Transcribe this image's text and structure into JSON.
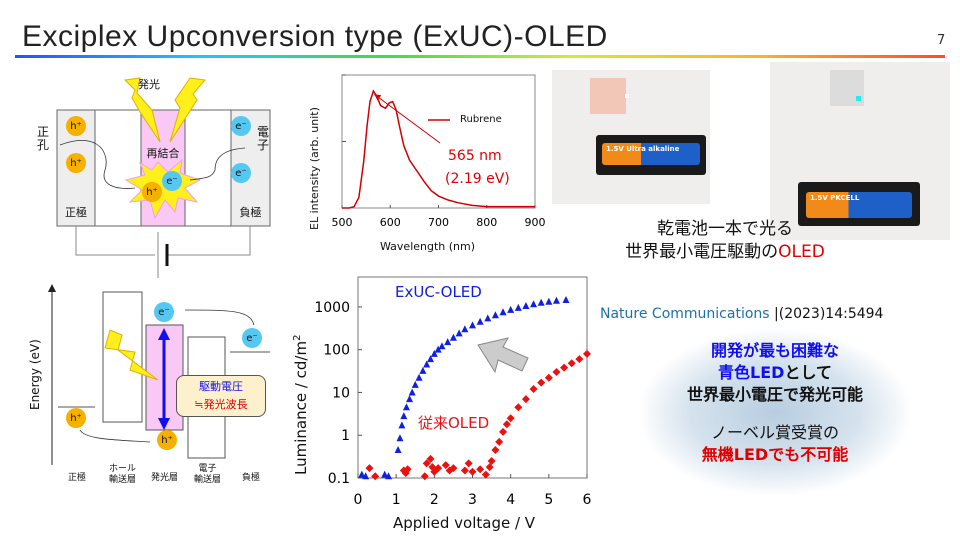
{
  "slide": {
    "title": "Exciplex Upconversion type (ExUC)-OLED",
    "page_number": "7"
  },
  "device_diagram": {
    "light_label": "発光",
    "hole_label": "正孔",
    "electron_label": "電子",
    "recombination_label": "再結合",
    "anode_label": "正極",
    "cathode_label": "負極",
    "hole_symbol": "h⁺",
    "electron_symbol": "e⁻"
  },
  "energy_diagram": {
    "axis_label": "Energy (eV)",
    "layers": [
      "正極",
      "ホール\n輸送層",
      "発光層",
      "電子\n輸送層",
      "負極"
    ],
    "callout_line1": "駆動電圧",
    "callout_line2": "≒発光波長",
    "hole_symbol": "h⁺",
    "electron_symbol": "e⁻"
  },
  "photos": {
    "battery_voltage": "1.5V",
    "battery_brand": "Ultra alkaline",
    "battery_maker": "PKCELL"
  },
  "photo_caption": {
    "line1": "乾電池一本で光る",
    "line2_prefix": "世界最小電圧駆動の",
    "line2_highlight": "OLED"
  },
  "reference": {
    "journal": "Nature Communications",
    "separator": "|",
    "citation": "(2023)14:5494"
  },
  "highlight_text": {
    "line1": "開発が最も困難な",
    "line2_blue": "青色LED",
    "line2_rest": "として",
    "line3": "世界最小電圧で発光可能",
    "line4": "ノーベル賞受賞の",
    "line5": "無機LEDでも不可能"
  },
  "colors": {
    "red": "#e00000",
    "blue": "#1010ee",
    "journal": "#1f6fa8",
    "pink": "#f9c8f4"
  },
  "chart_data": [
    {
      "type": "line",
      "title": "",
      "xlabel": "Wavelength (nm)",
      "ylabel": "EL intensity (arb. unit)",
      "xlim": [
        500,
        900
      ],
      "ylim": [
        0,
        1
      ],
      "xticks": [
        500,
        600,
        700,
        800,
        900
      ],
      "legend": "Rubrene",
      "legend_placement": "right",
      "annotation_line1": "565 nm",
      "annotation_line2": "(2.19 eV)",
      "series": [
        {
          "name": "Rubrene",
          "color": "#d00000",
          "x": [
            500,
            515,
            525,
            535,
            545,
            552,
            558,
            565,
            572,
            580,
            590,
            598,
            605,
            612,
            620,
            628,
            640,
            655,
            670,
            685,
            700,
            720,
            740,
            770,
            800,
            850,
            900
          ],
          "y": [
            0,
            0,
            0.01,
            0.08,
            0.35,
            0.62,
            0.8,
            0.88,
            0.84,
            0.77,
            0.75,
            0.79,
            0.8,
            0.74,
            0.6,
            0.47,
            0.36,
            0.28,
            0.2,
            0.13,
            0.09,
            0.06,
            0.04,
            0.02,
            0.01,
            0.01,
            0.01
          ]
        }
      ]
    },
    {
      "type": "scatter",
      "xlabel": "Applied voltage / V",
      "ylabel": "Luminance / cd/m2",
      "ylabel_main": "Luminance / cd/m",
      "ylabel_sup": "2",
      "xlim": [
        0,
        6
      ],
      "ylim": [
        0.1,
        5000
      ],
      "yscale": "log",
      "xticks": [
        "0",
        "1",
        "2",
        "3",
        "4",
        "5",
        "6"
      ],
      "yticks": [
        "0.1",
        "1",
        "10",
        "100",
        "1000"
      ],
      "series": [
        {
          "name": "ExUC-OLED",
          "color": "#1020e0",
          "marker": "triangle",
          "points": [
            [
              0.1,
              0.12
            ],
            [
              0.2,
              0.11
            ],
            [
              0.7,
              0.12
            ],
            [
              0.8,
              0.11
            ],
            [
              1.05,
              0.45
            ],
            [
              1.1,
              0.85
            ],
            [
              1.15,
              1.7
            ],
            [
              1.2,
              2.8
            ],
            [
              1.27,
              4.5
            ],
            [
              1.35,
              7
            ],
            [
              1.42,
              10
            ],
            [
              1.5,
              15
            ],
            [
              1.6,
              22
            ],
            [
              1.7,
              32
            ],
            [
              1.8,
              45
            ],
            [
              1.9,
              60
            ],
            [
              2.0,
              80
            ],
            [
              2.1,
              100
            ],
            [
              2.2,
              120
            ],
            [
              2.35,
              150
            ],
            [
              2.5,
              190
            ],
            [
              2.65,
              240
            ],
            [
              2.8,
              300
            ],
            [
              3.0,
              370
            ],
            [
              3.2,
              450
            ],
            [
              3.4,
              540
            ],
            [
              3.6,
              640
            ],
            [
              3.8,
              750
            ],
            [
              4.0,
              850
            ],
            [
              4.2,
              950
            ],
            [
              4.4,
              1050
            ],
            [
              4.6,
              1150
            ],
            [
              4.8,
              1250
            ],
            [
              5.0,
              1320
            ],
            [
              5.2,
              1390
            ],
            [
              5.45,
              1450
            ]
          ]
        },
        {
          "name": "従来OLED",
          "color": "#ee1010",
          "marker": "diamond",
          "points": [
            [
              0.3,
              0.17
            ],
            [
              0.45,
              0.11
            ],
            [
              1.2,
              0.15
            ],
            [
              1.25,
              0.13
            ],
            [
              1.3,
              0.16
            ],
            [
              1.75,
              0.11
            ],
            [
              1.8,
              0.22
            ],
            [
              1.9,
              0.28
            ],
            [
              1.95,
              0.18
            ],
            [
              2.0,
              0.14
            ],
            [
              2.1,
              0.17
            ],
            [
              2.3,
              0.2
            ],
            [
              2.4,
              0.15
            ],
            [
              2.5,
              0.17
            ],
            [
              2.8,
              0.15
            ],
            [
              2.9,
              0.22
            ],
            [
              3.0,
              0.14
            ],
            [
              3.2,
              0.16
            ],
            [
              3.35,
              0.12
            ],
            [
              3.45,
              0.18
            ],
            [
              3.5,
              0.25
            ],
            [
              3.6,
              0.45
            ],
            [
              3.7,
              0.7
            ],
            [
              3.8,
              1.2
            ],
            [
              3.9,
              1.8
            ],
            [
              4.0,
              2.5
            ],
            [
              4.2,
              4.5
            ],
            [
              4.4,
              7
            ],
            [
              4.6,
              12
            ],
            [
              4.8,
              17
            ],
            [
              5.0,
              22
            ],
            [
              5.2,
              30
            ],
            [
              5.4,
              38
            ],
            [
              5.6,
              48
            ],
            [
              5.8,
              60
            ],
            [
              6.0,
              80
            ]
          ]
        }
      ]
    }
  ]
}
